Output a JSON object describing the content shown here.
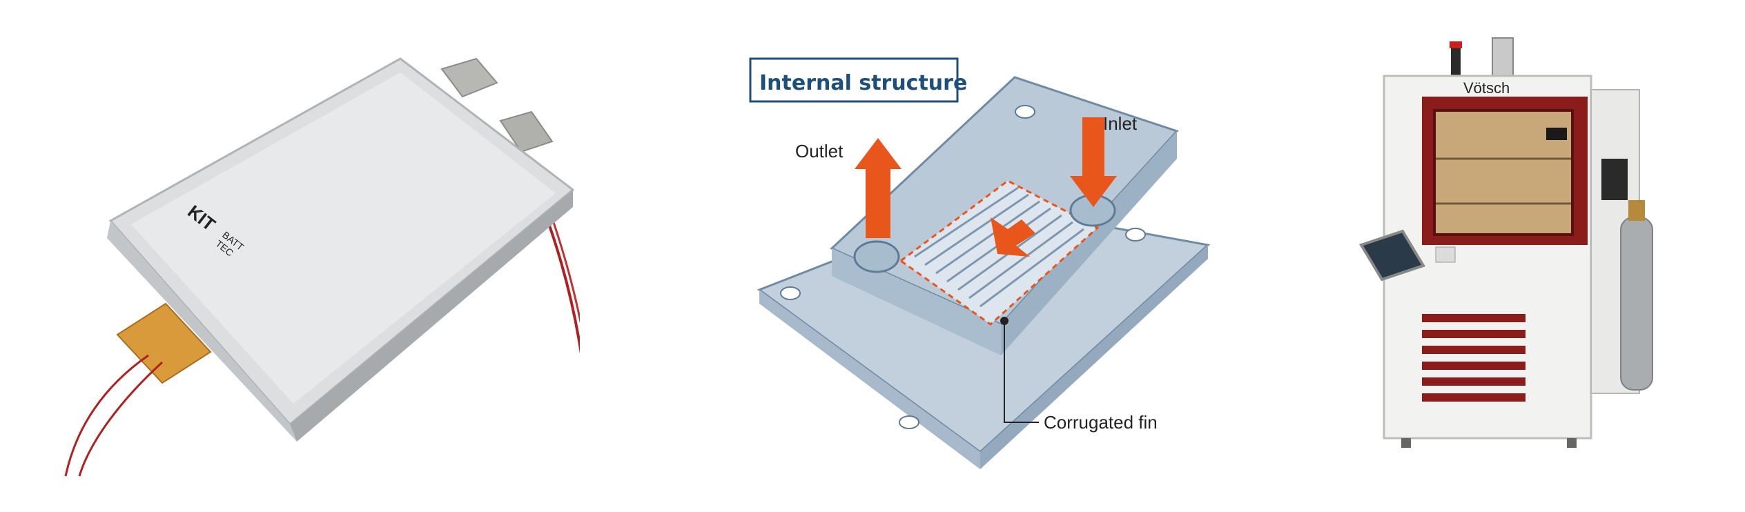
{
  "cell_panel": {
    "logo": {
      "mark": "KIT",
      "sub1": "BATT",
      "sub2": "TEC"
    },
    "colors": {
      "pouch": "#dcdee0",
      "tab": "#b7b7b4",
      "kapton": "#d89a3a",
      "wire": "#b02020"
    }
  },
  "cooling_plate_panel": {
    "header": "Internal structure",
    "labels": {
      "outlet": "Outlet",
      "inlet": "Inlet",
      "fin": "Corrugated fin"
    },
    "colors": {
      "plate": "#b9c9d8",
      "plate_edge": "#6f8aa3",
      "arrow": "#e8561c",
      "header": "#1d4f7a"
    }
  },
  "chamber_panel": {
    "brand": "Vötsch",
    "colors": {
      "body": "#f2f2f0",
      "door_frame": "#8a1c1c",
      "window": "#c8a878",
      "grille": "#8a1c1c"
    }
  }
}
